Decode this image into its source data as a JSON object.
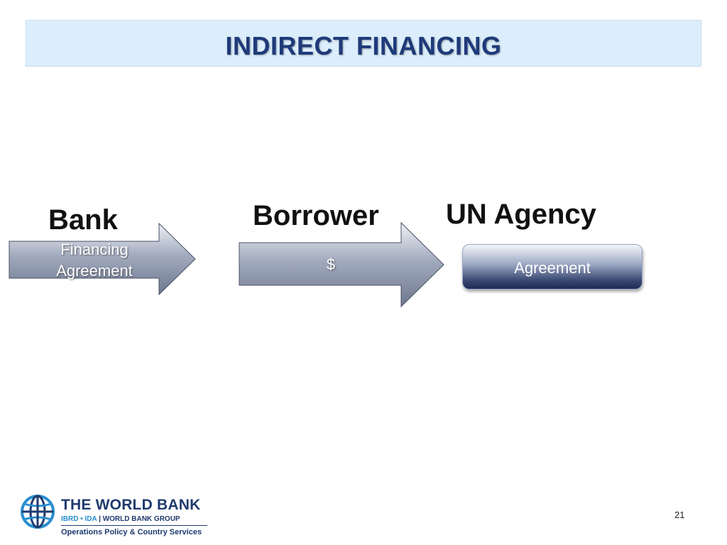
{
  "slide": {
    "title": "INDIRECT FINANCING",
    "page_number": "21"
  },
  "diagram": {
    "nodes": [
      {
        "label": "Bank"
      },
      {
        "label": "Borrower"
      },
      {
        "label": "UN Agency"
      }
    ],
    "arrows": [
      {
        "line1": "Financing",
        "line2": "Agreement"
      },
      {
        "text": "$"
      }
    ],
    "box": {
      "text": "Agreement"
    }
  },
  "footer": {
    "logo_name": "THE WORLD BANK",
    "logo_sub_a": "IBRD • IDA",
    "logo_sub_b": "WORLD BANK GROUP",
    "logo_dept": "Operations Policy & Country Services"
  },
  "colors": {
    "title_band": "#dceefb",
    "title_text": "#1f3a7a",
    "arrow_fill": "#8c95a8",
    "box_dark": "#1c2b55"
  }
}
